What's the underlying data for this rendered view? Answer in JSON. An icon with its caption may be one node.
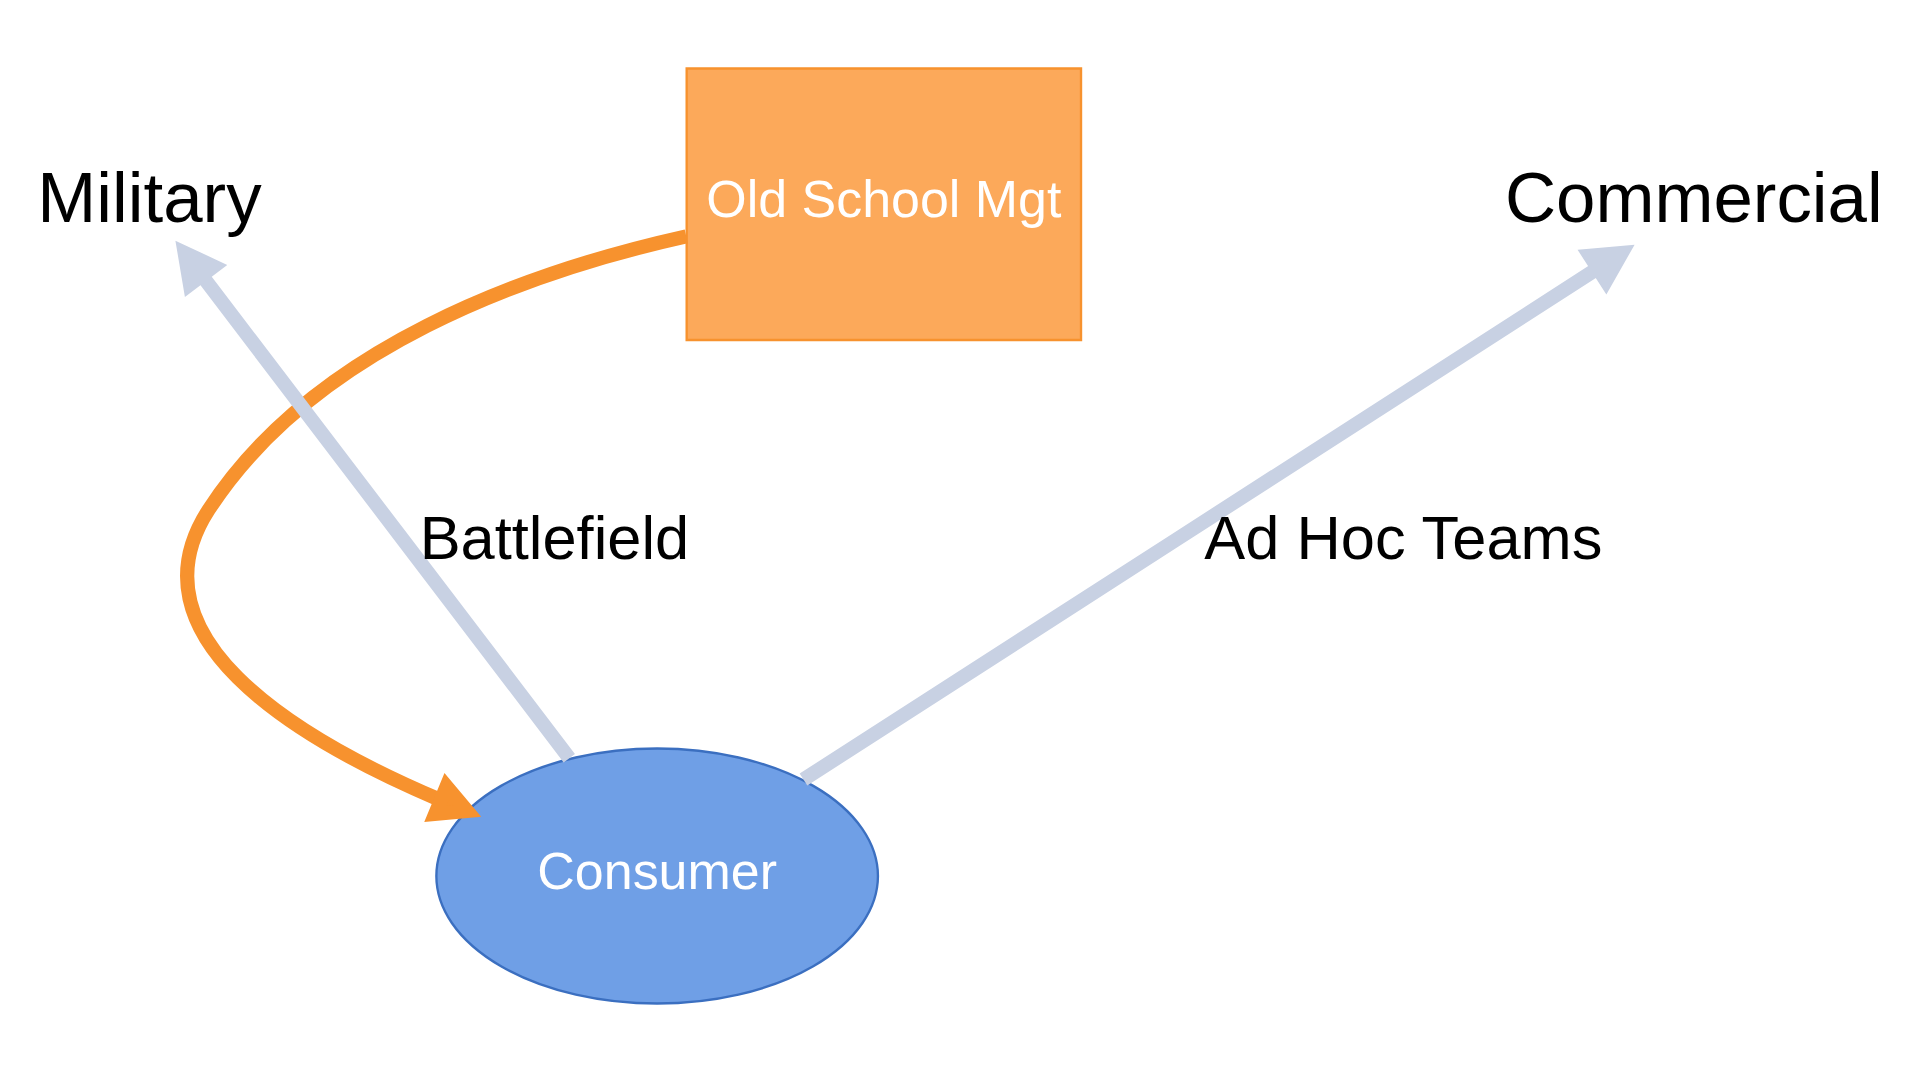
{
  "diagram": {
    "nodes": [
      {
        "text": [
          "Military"
        ]
      },
      {
        "text": [
          "Old School Mgt"
        ]
      },
      {
        "text": [
          "Commercial"
        ]
      },
      {
        "text": [
          "Consumer"
        ]
      }
    ],
    "edges": [
      {
        "from": 3,
        "to": 0,
        "arrow": "to",
        "label": "Battlefield"
      },
      {
        "from": 1,
        "to": 3,
        "arrow": "to",
        "color": "#f7922e"
      },
      {
        "from": 3,
        "to": 2,
        "arrow": "to",
        "label": "Ad Hoc Teams"
      }
    ]
  }
}
